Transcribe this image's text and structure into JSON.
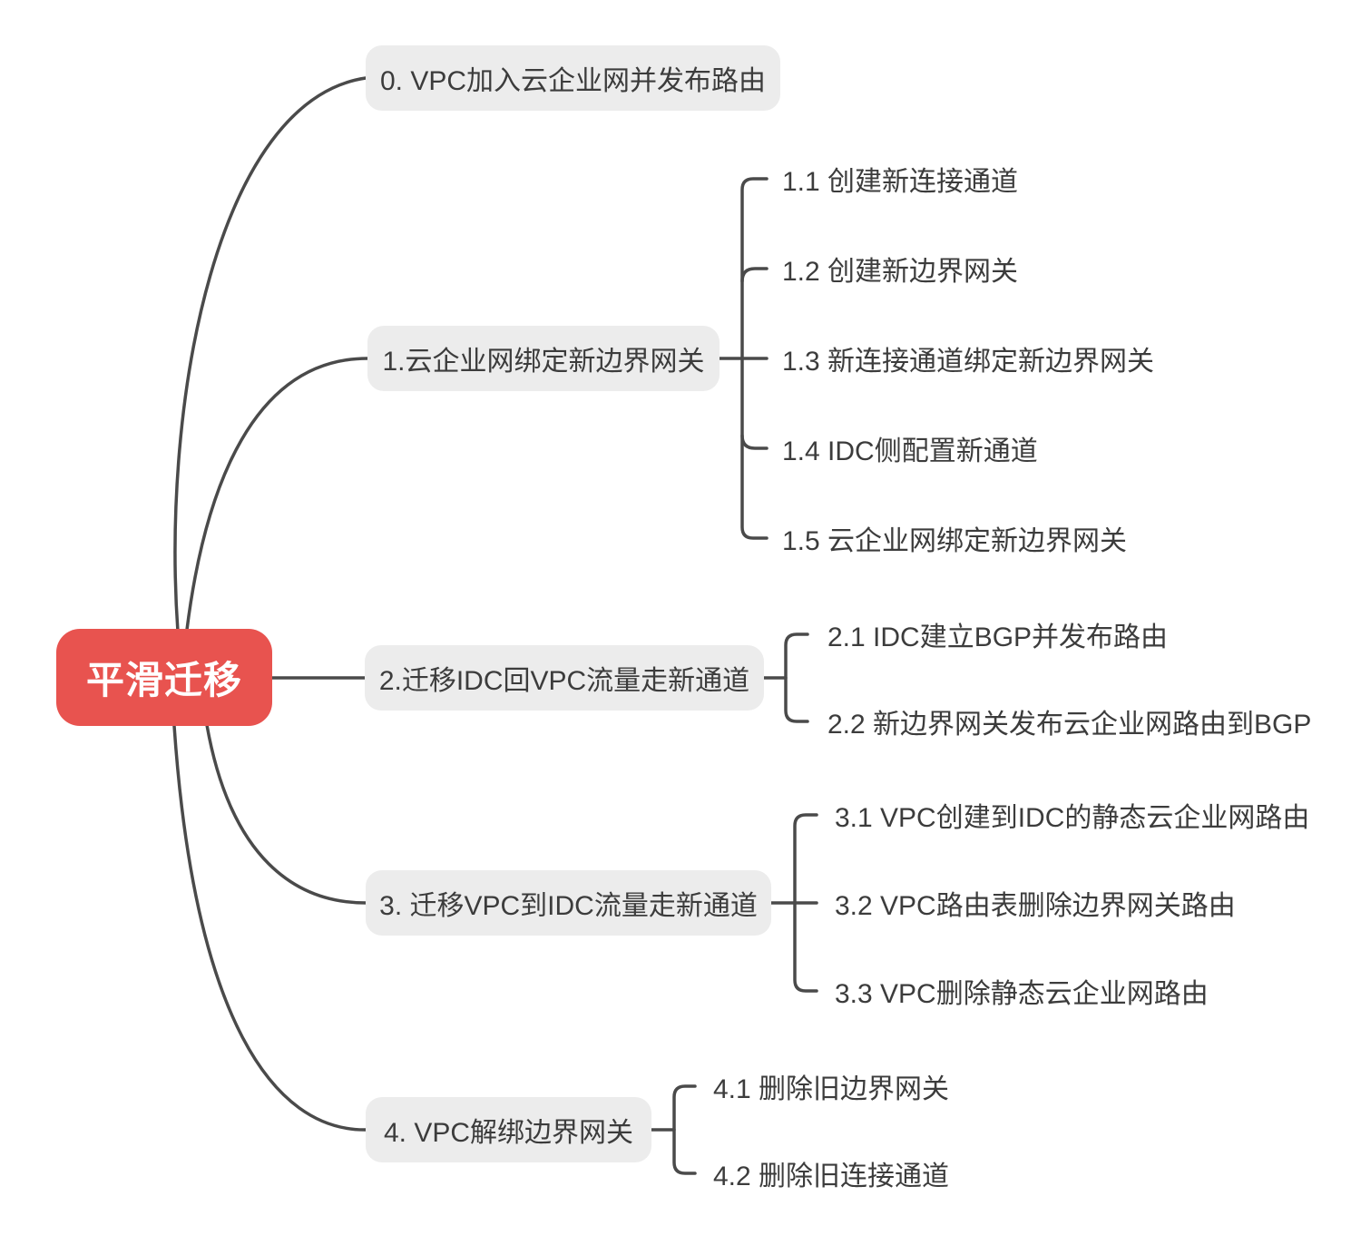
{
  "root": {
    "label": "平滑迁移"
  },
  "colors": {
    "root_bg": "#e8534f",
    "root_text": "#ffffff",
    "branch_bg": "#ececec",
    "text": "#3c3c3c",
    "line": "#4a4a4a",
    "background": "#ffffff"
  },
  "branches": [
    {
      "label": "0. VPC加入云企业网并发布路由",
      "children": []
    },
    {
      "label": "1.云企业网绑定新边界网关",
      "children": [
        {
          "label": "1.1 创建新连接通道"
        },
        {
          "label": "1.2 创建新边界网关"
        },
        {
          "label": "1.3 新连接通道绑定新边界网关"
        },
        {
          "label": "1.4 IDC侧配置新通道"
        },
        {
          "label": "1.5 云企业网绑定新边界网关"
        }
      ]
    },
    {
      "label": "2.迁移IDC回VPC流量走新通道",
      "children": [
        {
          "label": "2.1 IDC建立BGP并发布路由"
        },
        {
          "label": "2.2 新边界网关发布云企业网路由到BGP"
        }
      ]
    },
    {
      "label": "3. 迁移VPC到IDC流量走新通道",
      "children": [
        {
          "label": "3.1 VPC创建到IDC的静态云企业网路由"
        },
        {
          "label": "3.2 VPC路由表删除边界网关路由"
        },
        {
          "label": "3.3 VPC删除静态云企业网路由"
        }
      ]
    },
    {
      "label": "4. VPC解绑边界网关",
      "children": [
        {
          "label": "4.1 删除旧边界网关"
        },
        {
          "label": "4.2 删除旧连接通道"
        }
      ]
    }
  ]
}
